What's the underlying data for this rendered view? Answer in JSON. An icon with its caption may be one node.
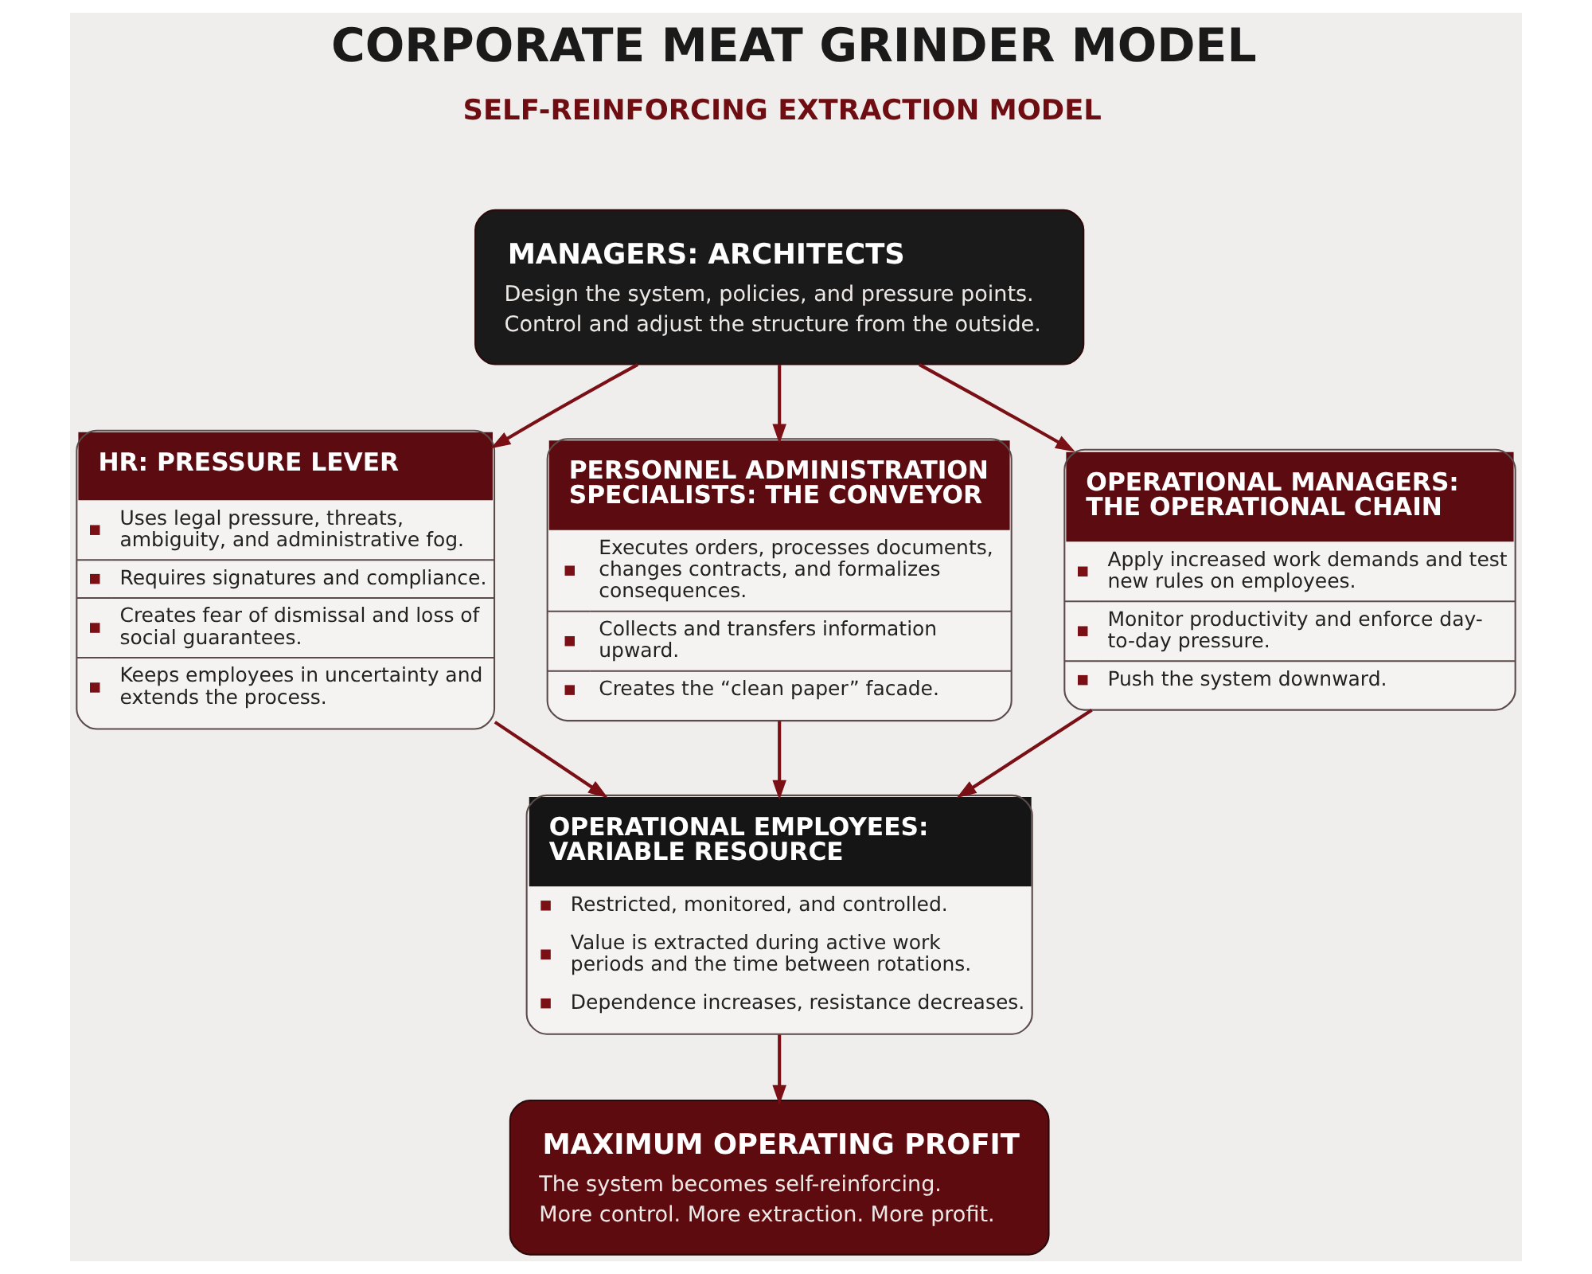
{
  "diagram": {
    "title": "CORPORATE MEAT GRINDER MODEL",
    "nodes": [
      {
        "text": [
          "MANAGERS: ARCHITECTS",
          "Design the system, policies, and pressure points.",
          "Control and adjust the structure from the outside."
        ]
      },
      {
        "text": [
          "HR: PRESSURE LEVER",
          "Uses legal pressure, threats, ambiguity, and administrative fog.",
          "Requires signatures and compliance.",
          "Creates fear of dismissal and loss of social guarantees.",
          "Keeps employees in uncertainty and extends the process."
        ]
      },
      {
        "text": [
          "PERSONNEL ADMINISTRATION SPECIALISTS: THE CONVEYOR",
          "Executes orders, processes documents, changes contracts, and formalizes consequences.",
          "Collects and transfers information upward.",
          "Creates the “clean paper” facade."
        ]
      },
      {
        "text": [
          "OPERATIONAL MANAGERS: THE OPERATIONAL CHAIN",
          "Apply increased work demands and test new rules on employees.",
          "Monitor productivity and enforce day-to-day pressure.",
          "Push the system downward."
        ]
      },
      {
        "text": [
          "OPERATIONAL EMPLOYEES: VARIABLE RESOURCE",
          "Restricted, monitored, and controlled.",
          "Value is extracted during active work periods and the time between rotations.",
          "Dependence increases, resistance decreases."
        ]
      },
      {
        "text": [
          "MAXIMUM OPERATING PROFIT",
          "The system becomes self-reinforcing.",
          "More control. More extraction. More profit."
        ]
      }
    ],
    "edges": [
      {
        "from": 0,
        "to": 1,
        "arrow": "to"
      },
      {
        "from": 0,
        "to": 2,
        "arrow": "to"
      },
      {
        "from": 0,
        "to": 3,
        "arrow": "to"
      },
      {
        "from": 1,
        "to": 4,
        "arrow": "to"
      },
      {
        "from": 2,
        "to": 4,
        "arrow": "to"
      },
      {
        "from": 3,
        "to": 4,
        "arrow": "to"
      },
      {
        "from": 4,
        "to": 5,
        "arrow": "to"
      }
    ],
    "labels": [
      "SELF-REINFORCING EXTRACTION MODEL"
    ]
  }
}
